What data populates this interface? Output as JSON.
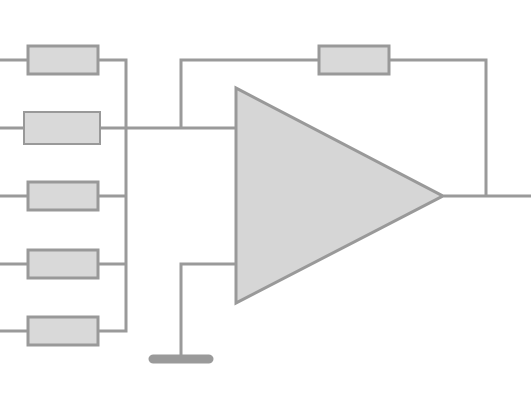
{
  "diagram": {
    "type": "summing-amplifier-circuit",
    "input_resistor_count": 5,
    "highlighted_input_index": 1,
    "colors": {
      "wire": "#9a9a9a",
      "resistor_fill": "#d9d9d9",
      "resistor_stroke": "#999999",
      "opamp_fill": "#d6d6d6",
      "highlight_outer": "#f6a623",
      "highlight_inner": "#fff4dc",
      "background": "#ffffff"
    }
  }
}
